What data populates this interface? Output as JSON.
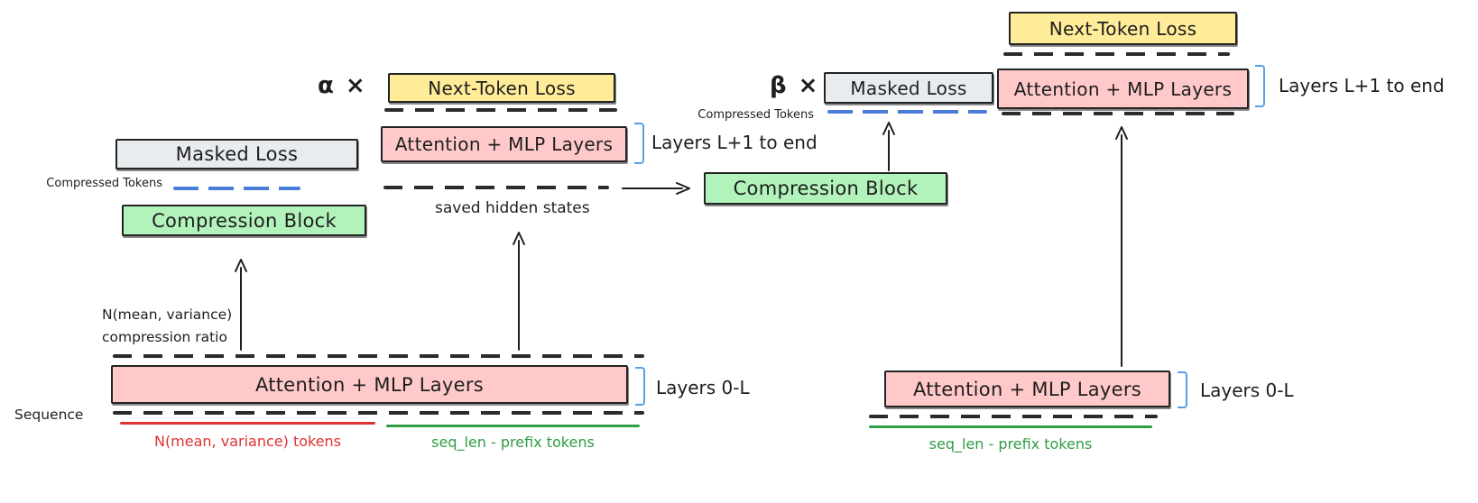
{
  "colors": {
    "ink": "#1e1e1e",
    "yellow_fill": "#ffec99",
    "pink_fill": "#ffc9c9",
    "grey_fill": "#e9ecef",
    "green_fill": "#b2f2bb",
    "dash_blue": "#4a7cd9",
    "bracket_blue": "#55a0e8",
    "red": "#e03131",
    "green": "#2f9e44"
  },
  "left": {
    "alpha": "α ×",
    "next_token_loss": "Next-Token Loss",
    "attention_mlp_upper": "Attention + MLP Layers",
    "layers_upper": "Layers L+1 to end",
    "masked_loss": "Masked Loss",
    "compressed_tokens": "Compressed Tokens",
    "compression_block": "Compression Block",
    "saved_hidden_states": "saved hidden states",
    "note_line1": "N(mean, variance)",
    "note_line2": "compression ratio",
    "attention_mlp_lower": "Attention + MLP Layers",
    "layers_lower": "Layers 0-L",
    "sequence": "Sequence",
    "red_tokens": "N(mean, variance) tokens",
    "green_tokens": "seq_len - prefix tokens"
  },
  "right": {
    "beta": "β ×",
    "next_token_loss": "Next-Token Loss",
    "masked_loss": "Masked Loss",
    "attention_mlp_upper": "Attention + MLP Layers",
    "layers_upper": "Layers L+1 to end",
    "compressed_tokens": "Compressed Tokens",
    "compression_block": "Compression Block",
    "attention_mlp_lower": "Attention + MLP Layers",
    "layers_lower": "Layers 0-L",
    "green_tokens": "seq_len - prefix tokens"
  }
}
